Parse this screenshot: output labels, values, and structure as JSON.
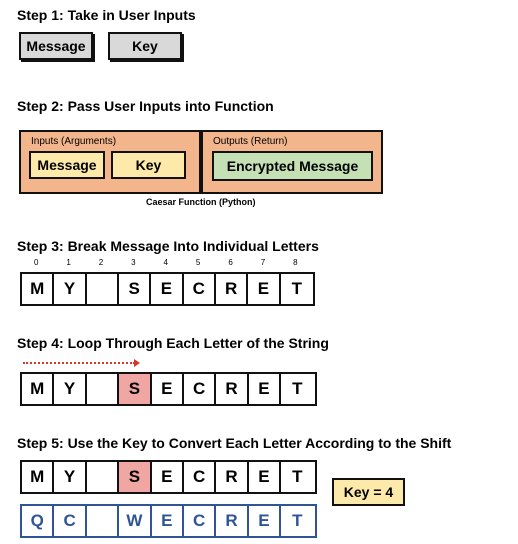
{
  "step1": {
    "title": "Step 1: Take in User Inputs",
    "inputs": [
      "Message",
      "Key"
    ]
  },
  "step2": {
    "title": "Step 2: Pass User Inputs into Function",
    "inputs_label": "Inputs (Arguments)",
    "outputs_label": "Outputs (Return)",
    "message_label": "Message",
    "key_label": "Key",
    "output_label": "Encrypted Message",
    "caption": "Caesar Function (Python)",
    "colors": {
      "panel": "#f2b58c",
      "message": "#fde9a9",
      "key": "#fde9a9",
      "output": "#c5e0b4"
    }
  },
  "step3": {
    "title": "Step 3: Break Message Into Individual Letters",
    "indices": [
      "0",
      "1",
      "2",
      "3",
      "4",
      "5",
      "6",
      "7",
      "8"
    ],
    "letters": [
      "M",
      "Y",
      "",
      "S",
      "E",
      "C",
      "R",
      "E",
      "T"
    ]
  },
  "step4": {
    "title": "Step 4: Loop Through Each Letter of the String",
    "letters": [
      "M",
      "Y",
      "",
      "S",
      "E",
      "C",
      "R",
      "E",
      "T"
    ],
    "highlight_index": 3,
    "arrow_color": "#d9372b"
  },
  "step5": {
    "title": "Step 5: Use the Key to Convert Each Letter According to the Shift",
    "original": [
      "M",
      "Y",
      "",
      "S",
      "E",
      "C",
      "R",
      "E",
      "T"
    ],
    "highlight_index": 3,
    "encrypted": [
      "Q",
      "C",
      "",
      "W",
      "E",
      "C",
      "R",
      "E",
      "T"
    ],
    "key_badge": "Key = 4",
    "encrypted_color": "#2f5597"
  }
}
